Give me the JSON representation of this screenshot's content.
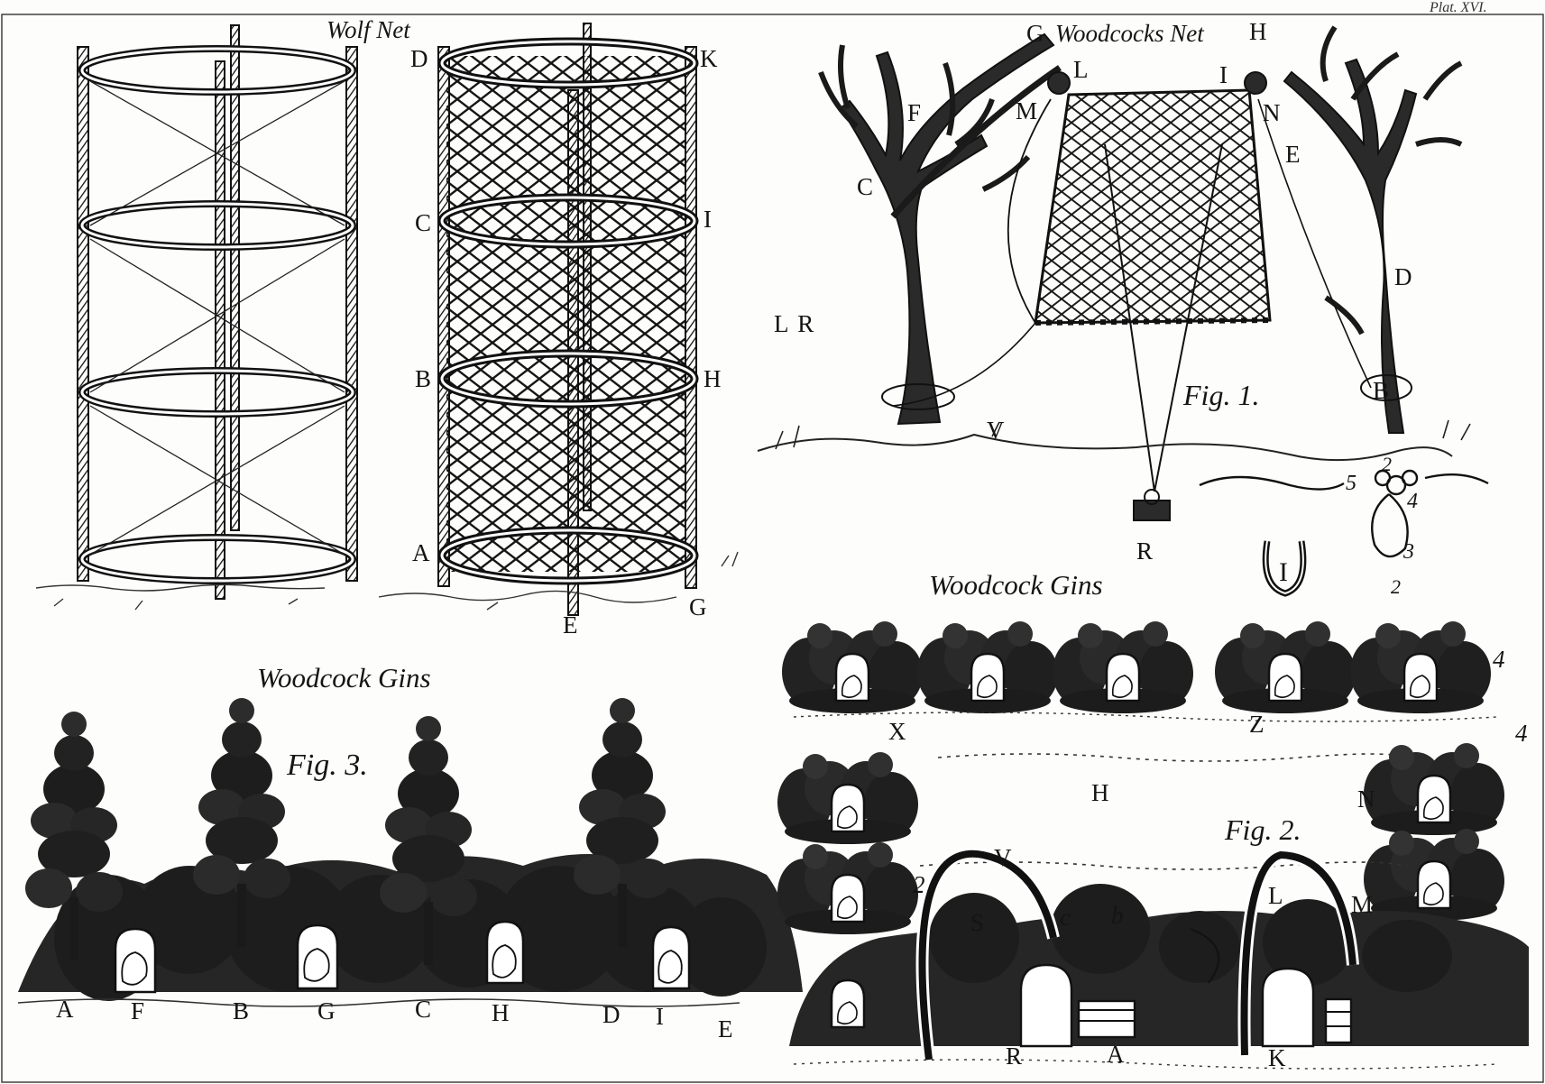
{
  "plate_number": "Plat. XVI.",
  "titles": {
    "wolf_net": "Wolf Net",
    "woodcocks_net": "Woodcocks Net",
    "woodcock_gins_fig2": "Woodcock Gins",
    "woodcock_gins_fig3": "Woodcock Gins"
  },
  "figures": {
    "fig1": "Fig. 1.",
    "fig2": "Fig. 2.",
    "fig3": "Fig. 3."
  },
  "wolf_net_labels": {
    "D": "D",
    "C": "C",
    "B": "B",
    "A": "A",
    "K": "K",
    "I": "I",
    "H": "H",
    "G": "G",
    "E": "E"
  },
  "woodcocks_net_labels": {
    "G": "G",
    "L": "L",
    "H": "H",
    "I": "I",
    "M": "M",
    "F": "F",
    "N": "N",
    "C": "C",
    "E": "E",
    "D": "D",
    "LR": "L R",
    "B": "B",
    "V": "V",
    "R": "R"
  },
  "knot_labels": {
    "n5": "5",
    "n2a": "2",
    "n4": "4",
    "n3": "3",
    "n2b": "2",
    "n1": "I"
  },
  "fig2_labels": {
    "n4a": "4",
    "Z": "Z",
    "X": "X",
    "n4b": "4",
    "H": "H",
    "N": "N",
    "V": "V",
    "n2": "2",
    "S": "S",
    "c": "c",
    "b": "b",
    "L": "L",
    "M": "M",
    "R": "R",
    "A": "A",
    "K": "K"
  },
  "fig3_labels": {
    "A": "A",
    "F": "F",
    "B": "B",
    "G": "G",
    "C": "C",
    "H": "H",
    "D": "D",
    "I": "I",
    "E": "E"
  }
}
